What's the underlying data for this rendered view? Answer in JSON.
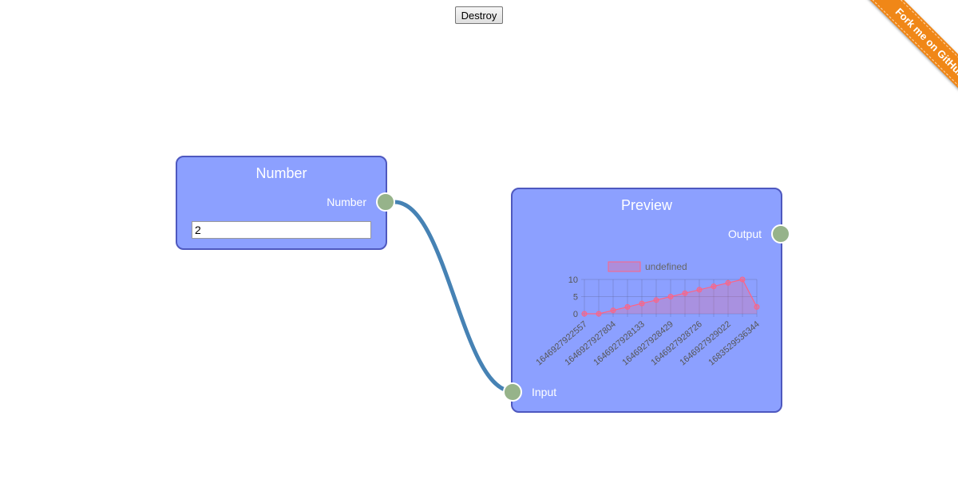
{
  "toolbar": {
    "destroy_label": "Destroy"
  },
  "ribbon": {
    "text": "Fork me on GitHub",
    "color": "#f08717"
  },
  "connection_color": "#4682b4",
  "nodes": {
    "number": {
      "title": "Number",
      "output_label": "Number",
      "input_value": "2"
    },
    "preview": {
      "title": "Preview",
      "output_label": "Output",
      "input_label": "Input"
    }
  },
  "colors": {
    "node_bg": "#8ca0ff",
    "node_border": "#4e58bf",
    "socket": "#96b38a",
    "series": "#ff6384"
  },
  "chart_data": {
    "type": "line",
    "legend": [
      "undefined"
    ],
    "legend_position": "top",
    "x": [
      "1646927922557",
      "",
      "1646927927804",
      "",
      "1646927928133",
      "",
      "1646927928429",
      "",
      "1646927928726",
      "",
      "1646927929022",
      "",
      "1683529536344"
    ],
    "x_tick_labels": [
      "1646927922557",
      "1646927927804",
      "1646927928133",
      "1646927928429",
      "1646927928726",
      "1646927929022",
      "1683529536344"
    ],
    "series": [
      {
        "name": "undefined",
        "values": [
          0,
          0,
          1,
          2,
          3,
          4,
          5,
          6,
          7,
          8,
          9,
          10,
          2
        ],
        "fill": true
      }
    ],
    "yticks": [
      0,
      5,
      10
    ],
    "ylim": [
      0,
      10
    ],
    "grid": true
  }
}
